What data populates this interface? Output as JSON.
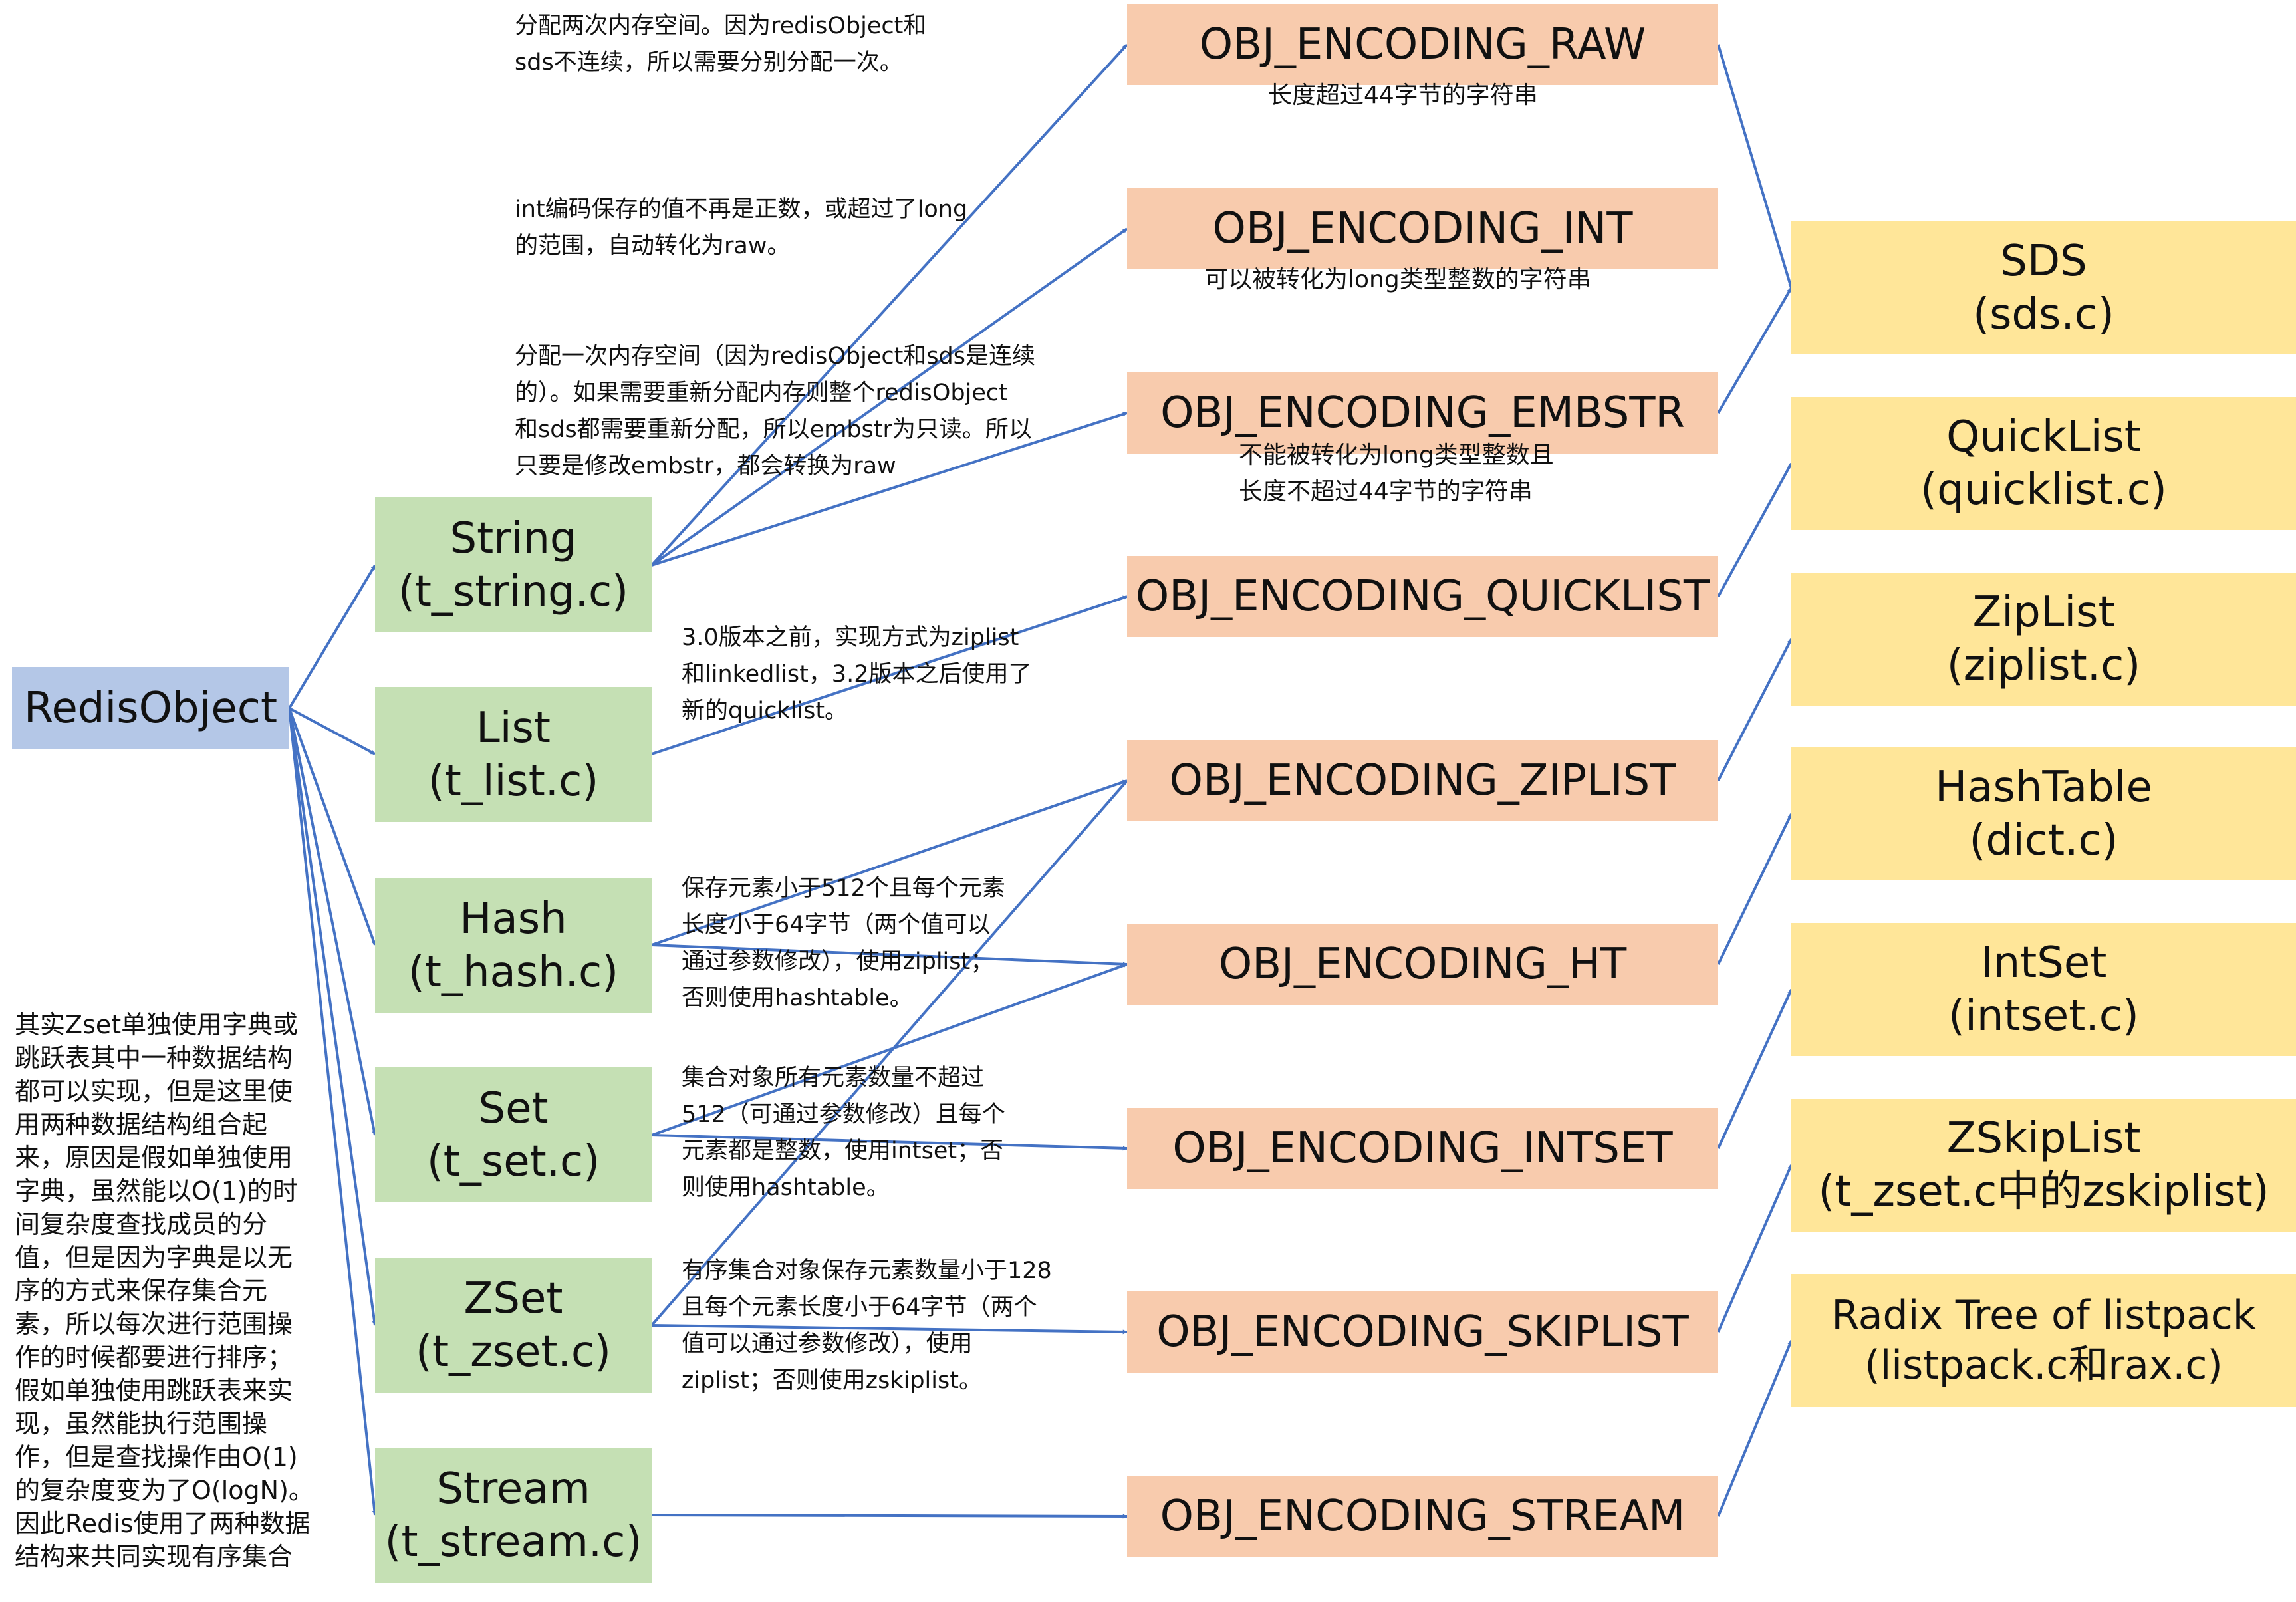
{
  "colors": {
    "root_fill": "#b4c7e7",
    "type_fill": "#c5e0b4",
    "encoding_fill": "#f8cbad",
    "structure_fill": "#ffe699",
    "edge": "#4472c4"
  },
  "root": {
    "label": "RedisObject"
  },
  "types": [
    {
      "name": "String",
      "file": "(t_string.c)"
    },
    {
      "name": "List",
      "file": "(t_list.c)"
    },
    {
      "name": "Hash",
      "file": "(t_hash.c)"
    },
    {
      "name": "Set",
      "file": "(t_set.c)"
    },
    {
      "name": "ZSet",
      "file": "(t_zset.c)"
    },
    {
      "name": "Stream",
      "file": "(t_stream.c)"
    }
  ],
  "encodings": [
    {
      "label": "OBJ_ENCODING_RAW",
      "desc": [
        "长度超过44字节的字符串"
      ]
    },
    {
      "label": "OBJ_ENCODING_INT",
      "desc": [
        "可以被转化为long类型整数的字符串"
      ]
    },
    {
      "label": "OBJ_ENCODING_EMBSTR",
      "desc": [
        "不能被转化为long类型整数且",
        "长度不超过44字节的字符串"
      ]
    },
    {
      "label": "OBJ_ENCODING_QUICKLIST",
      "desc": []
    },
    {
      "label": "OBJ_ENCODING_ZIPLIST",
      "desc": []
    },
    {
      "label": "OBJ_ENCODING_HT",
      "desc": []
    },
    {
      "label": "OBJ_ENCODING_INTSET",
      "desc": []
    },
    {
      "label": "OBJ_ENCODING_SKIPLIST",
      "desc": []
    },
    {
      "label": "OBJ_ENCODING_STREAM",
      "desc": []
    }
  ],
  "structures": [
    {
      "name": "SDS",
      "file": "(sds.c)"
    },
    {
      "name": "QuickList",
      "file": "(quicklist.c)"
    },
    {
      "name": "ZipList",
      "file": "(ziplist.c)"
    },
    {
      "name": "HashTable",
      "file": "(dict.c)"
    },
    {
      "name": "IntSet",
      "file": "(intset.c)"
    },
    {
      "name": "ZSkipList",
      "file": "(t_zset.c中的zskiplist)"
    },
    {
      "name": "Radix Tree of listpack",
      "file": "(listpack.c和rax.c)"
    }
  ],
  "notes": {
    "raw": [
      "分配两次内存空间。因为redisObject和",
      "sds不连续，所以需要分别分配一次。"
    ],
    "int": [
      "int编码保存的值不再是正数，或超过了long",
      "的范围，自动转化为raw。"
    ],
    "embstr": [
      "分配一次内存空间（因为redisObject和sds是连续",
      "的）。如果需要重新分配内存则整个redisObject",
      "和sds都需要重新分配，所以embstr为只读。所以",
      "只要是修改embstr，都会转换为raw"
    ],
    "list": [
      "3.0版本之前，实现方式为ziplist",
      "和linkedlist，3.2版本之后使用了",
      "新的quicklist。"
    ],
    "hash": [
      "保存元素小于512个且每个元素",
      "长度小于64字节（两个值可以",
      "通过参数修改），使用ziplist；",
      "否则使用hashtable。"
    ],
    "set": [
      "集合对象所有元素数量不超过",
      "512（可通过参数修改）且每个",
      "元素都是整数，使用intset；否",
      "则使用hashtable。"
    ],
    "zset": [
      "有序集合对象保存元素数量小于128",
      "且每个元素长度小于64字节（两个",
      "值可以通过参数修改），使用",
      "ziplist；否则使用zskiplist。"
    ],
    "left": [
      "其实Zset单独使用字典或",
      "跳跃表其中一种数据结构",
      "都可以实现，但是这里使",
      "用两种数据结构组合起",
      "来，原因是假如单独使用",
      "字典，虽然能以O(1)的时",
      "间复杂度查找成员的分",
      "值，但是因为字典是以无",
      "序的方式来保存集合元",
      "素，所以每次进行范围操",
      "作的时候都要进行排序；",
      "假如单独使用跳跃表来实",
      "现，虽然能执行范围操",
      "作，但是查找操作由O(1)",
      "的复杂度变为了O(logN)。",
      "因此Redis使用了两种数据",
      "结构来共同实现有序集合"
    ]
  }
}
